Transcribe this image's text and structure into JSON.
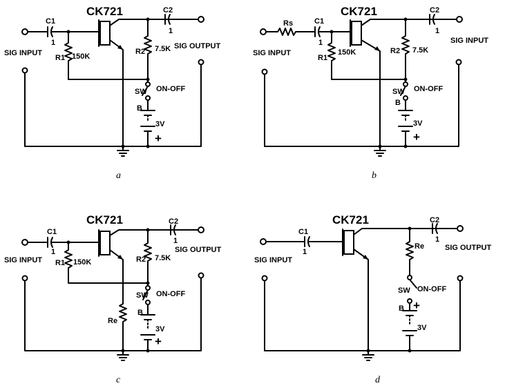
{
  "transistor": "CK721",
  "labels": {
    "c1": "C1",
    "c2": "C2",
    "cap_value": "1",
    "r1": "R1",
    "r1_value": "150K",
    "r2": "R2",
    "r2_value": "7.5K",
    "rs": "Rs",
    "re": "Re",
    "sw": "SW",
    "on_off": "ON-OFF",
    "battery": "B",
    "battery_value": "3V",
    "plus": "+",
    "sig_input": "SIG INPUT",
    "sig_output": "SIG OUTPUT"
  },
  "panels": [
    {
      "caption": "a"
    },
    {
      "caption": "b"
    },
    {
      "caption": "c"
    },
    {
      "caption": "d"
    }
  ]
}
